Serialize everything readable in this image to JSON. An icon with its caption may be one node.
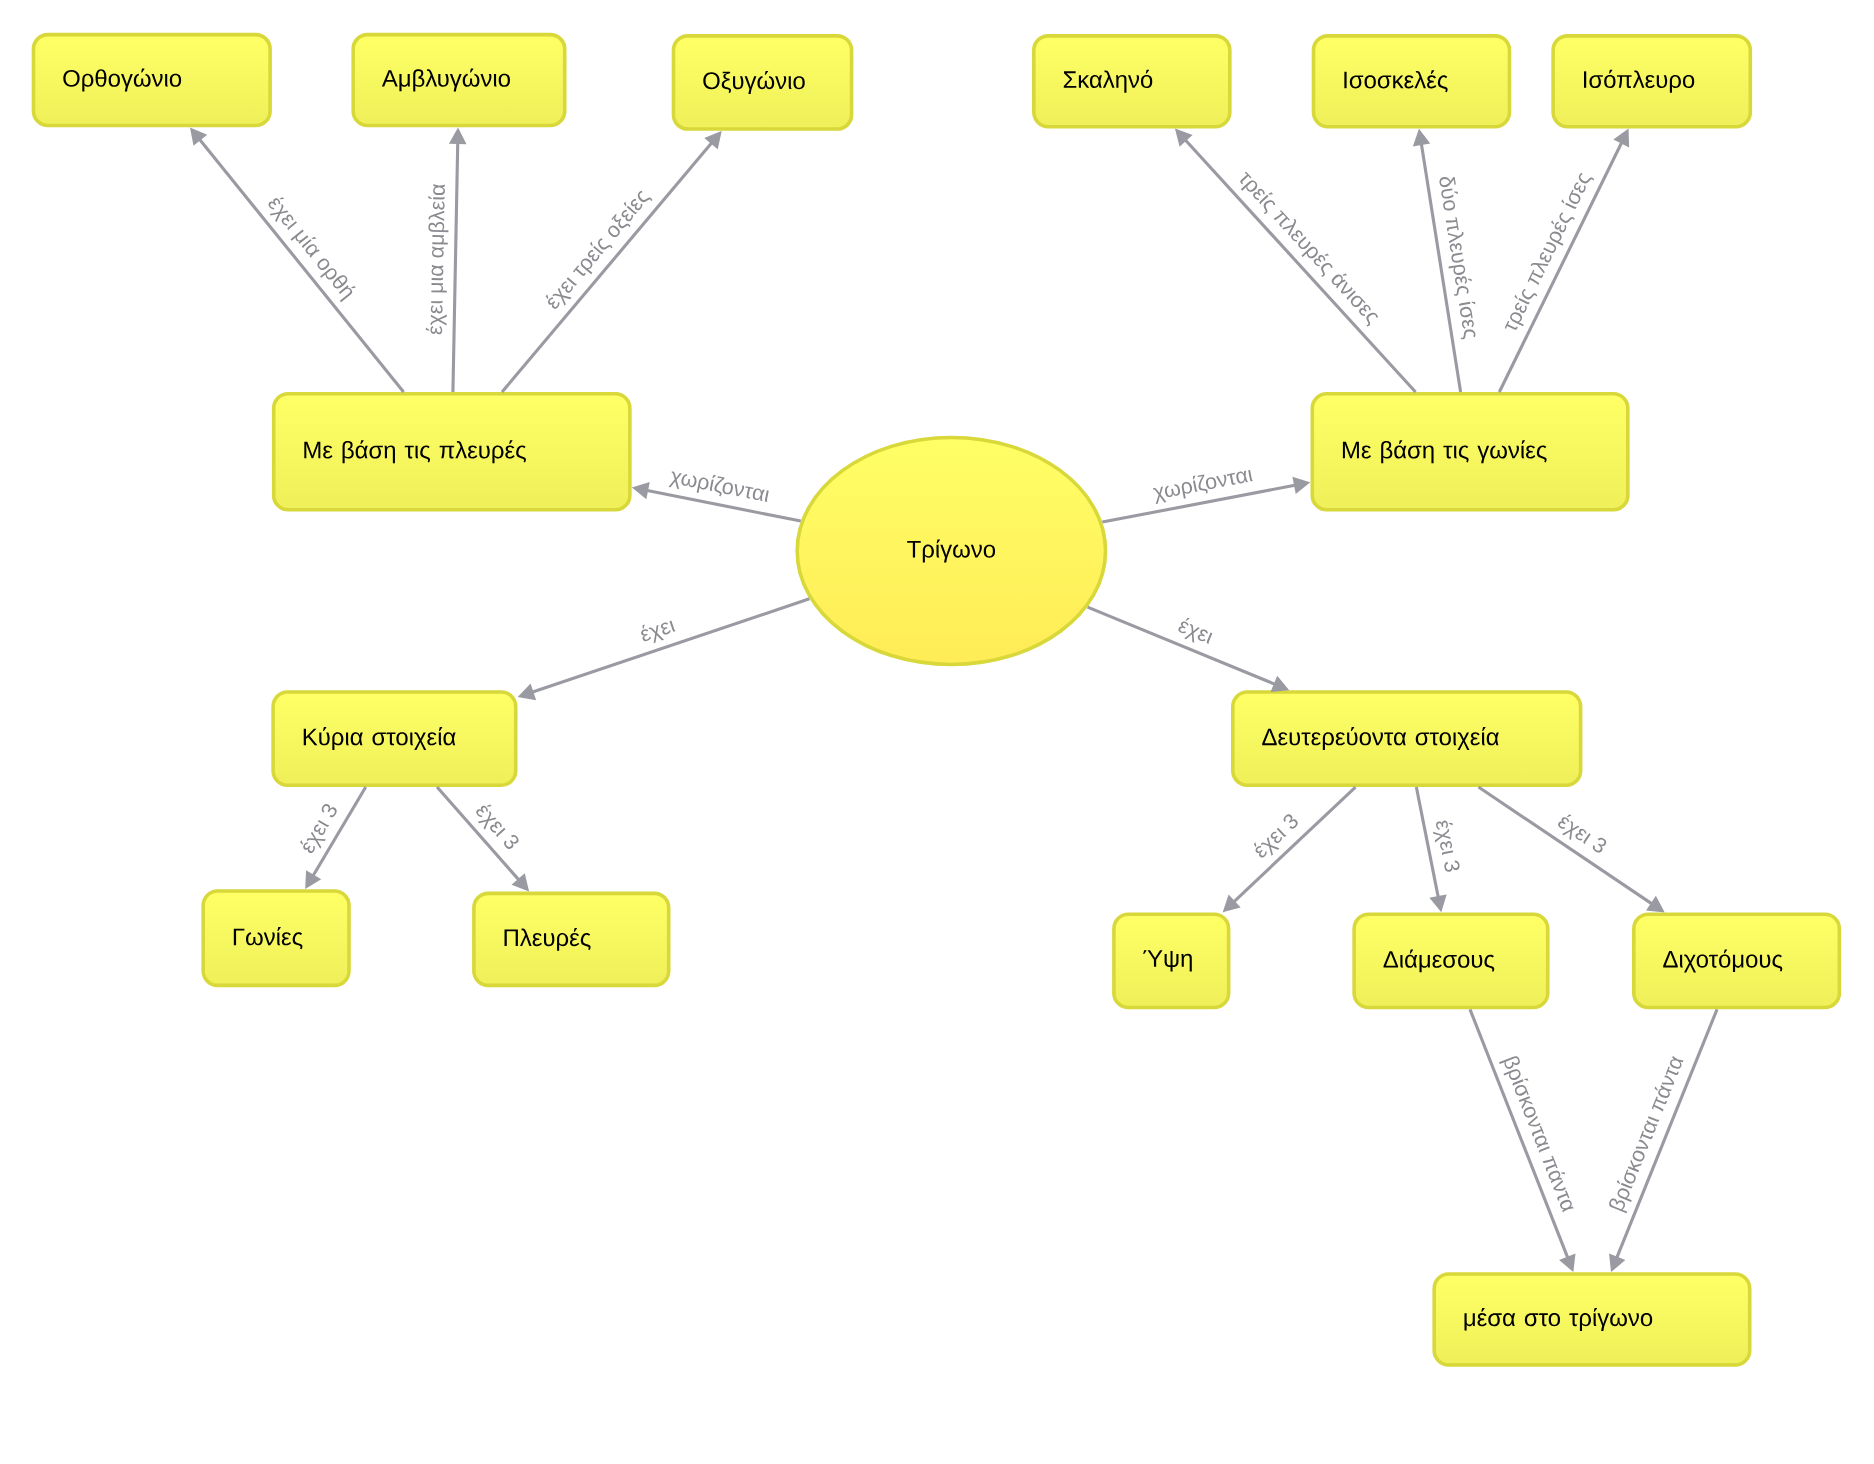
{
  "diagram": {
    "nodes": [
      {
        "text": [
          "Τρίγωνο"
        ]
      },
      {
        "text": [
          "Με βάση τις πλευρές"
        ]
      },
      {
        "text": [
          "Με βάση τις γωνίες"
        ]
      },
      {
        "text": [
          "Ορθογώνιο"
        ]
      },
      {
        "text": [
          "Αμβλυγώνιο"
        ]
      },
      {
        "text": [
          "Οξυγώνιο"
        ]
      },
      {
        "text": [
          "Σκαληνό"
        ]
      },
      {
        "text": [
          "Ισοσκελές"
        ]
      },
      {
        "text": [
          "Ισόπλευρο"
        ]
      },
      {
        "text": [
          "Κύρια στοιχεία"
        ]
      },
      {
        "text": [
          "Δευτερεύοντα στοιχεία"
        ]
      },
      {
        "text": [
          "Γωνίες"
        ]
      },
      {
        "text": [
          "Πλευρές"
        ]
      },
      {
        "text": [
          "Ύψη"
        ]
      },
      {
        "text": [
          "Διάμεσους"
        ]
      },
      {
        "text": [
          "Διχοτόμους"
        ]
      },
      {
        "text": [
          "μέσα στο τρίγωνο"
        ]
      }
    ],
    "edges": [
      {
        "from": 0,
        "to": 1,
        "arrow": "to",
        "label": "χωρίζονται"
      },
      {
        "from": 0,
        "to": 2,
        "arrow": "to",
        "label": "χωρίζονται"
      },
      {
        "from": 1,
        "to": 3,
        "arrow": "to",
        "label": "έχει μία ορθή"
      },
      {
        "from": 1,
        "to": 4,
        "arrow": "to",
        "label": "έχει μια αμβλεία"
      },
      {
        "from": 1,
        "to": 5,
        "arrow": "to",
        "label": "έχει τρείς οξείες"
      },
      {
        "from": 2,
        "to": 6,
        "arrow": "to",
        "label": "τρείς πλευρές άνισες"
      },
      {
        "from": 2,
        "to": 7,
        "arrow": "to",
        "label": "δύο πλευρές ίσες"
      },
      {
        "from": 2,
        "to": 8,
        "arrow": "to",
        "label": "τρείς πλευρές ίσες"
      },
      {
        "from": 0,
        "to": 9,
        "arrow": "to",
        "label": "έχει"
      },
      {
        "from": 0,
        "to": 10,
        "arrow": "to",
        "label": "έχει"
      },
      {
        "from": 9,
        "to": 11,
        "arrow": "to",
        "label": "έχει 3"
      },
      {
        "from": 9,
        "to": 12,
        "arrow": "to",
        "label": "έχει 3"
      },
      {
        "from": 10,
        "to": 13,
        "arrow": "to",
        "label": "έχει 3"
      },
      {
        "from": 10,
        "to": 14,
        "arrow": "to",
        "label": "έχει 3"
      },
      {
        "from": 10,
        "to": 15,
        "arrow": "to",
        "label": "έχει 3"
      },
      {
        "from": 14,
        "to": 16,
        "arrow": "to",
        "label": "βρίσκονται πάντα"
      },
      {
        "from": 15,
        "to": 16,
        "arrow": "to",
        "label": "βρίσκονται πάντα"
      }
    ]
  }
}
